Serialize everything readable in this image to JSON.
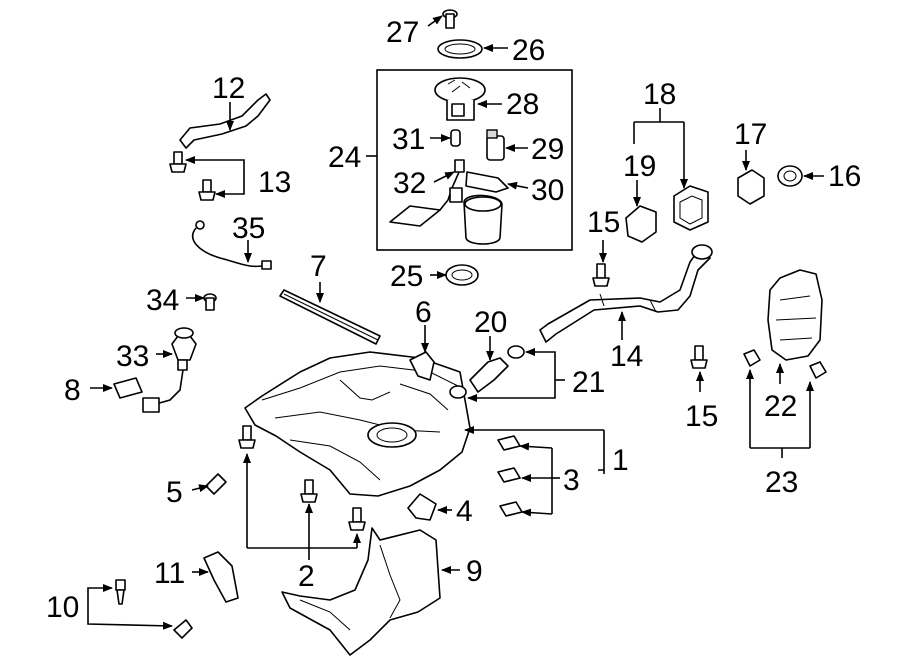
{
  "callouts": {
    "c1": "1",
    "c2": "2",
    "c3": "3",
    "c4": "4",
    "c5": "5",
    "c6": "6",
    "c7": "7",
    "c8": "8",
    "c9": "9",
    "c10": "10",
    "c11": "11",
    "c12": "12",
    "c13": "13",
    "c14": "14",
    "c15a": "15",
    "c15b": "15",
    "c16": "16",
    "c17": "17",
    "c18": "18",
    "c19": "19",
    "c20": "20",
    "c21": "21",
    "c22": "22",
    "c23": "23",
    "c24": "24",
    "c25": "25",
    "c26": "26",
    "c27": "27",
    "c28": "28",
    "c29": "29",
    "c30": "30",
    "c31": "31",
    "c32": "32",
    "c33": "33",
    "c34": "34",
    "c35": "35"
  }
}
